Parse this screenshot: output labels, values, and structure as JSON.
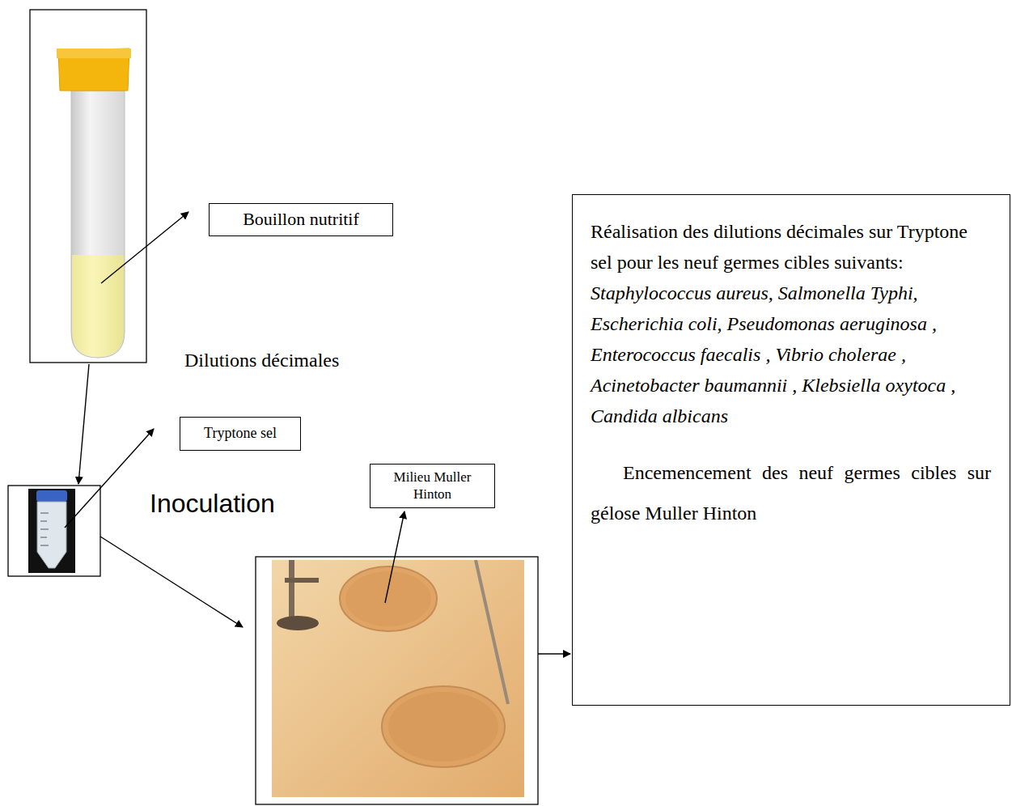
{
  "diagram": {
    "nodes": [
      {
        "text": [
          "Bouillon nutritif"
        ]
      },
      {
        "text": [
          "Tryptone sel"
        ]
      },
      {
        "text": [
          "Milieu Muller Hinton"
        ]
      },
      {
        "text": [
          "Réalisation des dilutions décimales sur Tryptone sel pour les neuf germes cibles suivants:",
          "Staphylococcus aureus, Salmonella Typhi, Escherichia coli, Pseudomonas aeruginosa , Enterococcus faecalis , Vibrio cholerae , Acinetobacter baumannii , Klebsiella oxytoca , Candida albicans",
          "Encemencement des neuf germes cibles sur gélose Muller Hinton"
        ]
      }
    ],
    "labels": [
      "Dilutions décimales",
      "Inoculation"
    ]
  }
}
